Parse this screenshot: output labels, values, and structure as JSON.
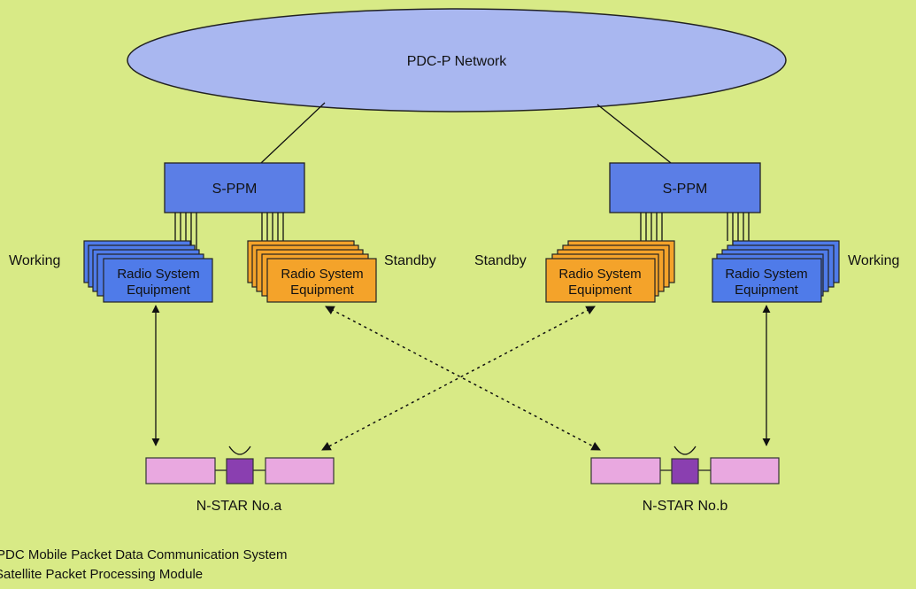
{
  "background_color": "#d8ea86",
  "colors": {
    "network_fill": "#a9b7f0",
    "sppm_fill": "#5b7ee6",
    "working_fill": "#4f7be9",
    "standby_fill": "#f4a32a",
    "satellite_panel": "#e9a8e0",
    "satellite_body": "#8a3fb0"
  },
  "network": {
    "label": "PDC-P Network"
  },
  "left_group": {
    "sppm_label": "S-PPM",
    "working_label": "Working",
    "standby_label": "Standby",
    "working_rse": [
      "Radio System",
      "Equipment"
    ],
    "standby_rse": [
      "Radio System",
      "Equipment"
    ]
  },
  "right_group": {
    "sppm_label": "S-PPM",
    "standby_label": "Standby",
    "working_label": "Working",
    "standby_rse": [
      "Radio System",
      "Equipment"
    ],
    "working_rse": [
      "Radio System",
      "Equipment"
    ]
  },
  "satellites": [
    {
      "label": "N-STAR No.a"
    },
    {
      "label": "N-STAR No.b"
    }
  ],
  "footnotes": [
    "PDC Mobile Packet Data Communication System",
    "Satellite Packet Processing Module"
  ]
}
